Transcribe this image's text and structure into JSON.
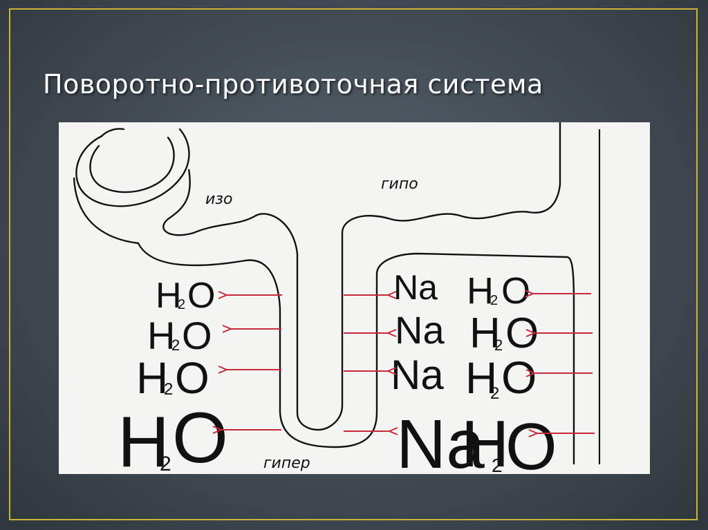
{
  "slide": {
    "title": "Поворотно-противоточная система"
  },
  "diagram": {
    "zones": {
      "iso": "изо",
      "hypo": "гипо",
      "hyper": "гипер"
    },
    "molecules": {
      "water_base": "H",
      "water_sub": "2",
      "water_end": "O",
      "sodium": "Na"
    },
    "colors": {
      "arrow": "#c8283a",
      "ink": "#111111",
      "frame": "#c9b53a"
    }
  }
}
